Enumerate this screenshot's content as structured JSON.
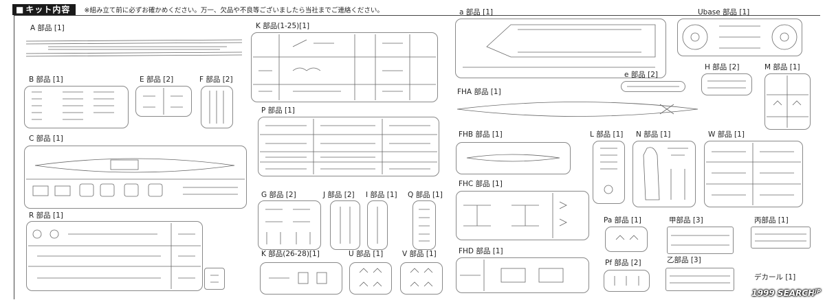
{
  "header": {
    "title": "キット内容",
    "note": "※組み立て前に必ずお確かめください。万一、欠品や不良等ございましたら当社までご連絡ください。"
  },
  "labels": {
    "A": "A 部品 [1]",
    "K1": "K 部品(1-25)[1]",
    "a": "a 部品 [1]",
    "Ubase": "Ubase 部品 [1]",
    "B": "B 部品 [1]",
    "E": "E 部品 [2]",
    "F": "F 部品 [2]",
    "e": "e 部品 [2]",
    "H": "H 部品 [2]",
    "M": "M 部品 [1]",
    "P": "P 部品 [1]",
    "FHA": "FHA 部品 [1]",
    "C": "C 部品 [1]",
    "FHB": "FHB 部品 [1]",
    "L": "L 部品 [1]",
    "N": "N 部品 [1]",
    "W": "W 部品 [1]",
    "G": "G 部品 [2]",
    "J": "J 部品 [2]",
    "I": "I 部品 [1]",
    "Q": "Q 部品 [1]",
    "FHC": "FHC 部品 [1]",
    "R": "R 部品 [1]",
    "Pa": "Pa 部品 [1]",
    "Kou": "甲部品 [3]",
    "Hei": "丙部品 [1]",
    "K2": "K 部品(26-28)[1]",
    "U": "U 部品 [1]",
    "V": "V 部品 [1]",
    "FHD": "FHD 部品 [1]",
    "Pf": "Pf 部品 [2]",
    "Otsu": "乙部品 [3]",
    "Decal": "デカール [1]"
  },
  "watermark": {
    "text": "1999 SEARCH",
    "suffix": "JP"
  }
}
